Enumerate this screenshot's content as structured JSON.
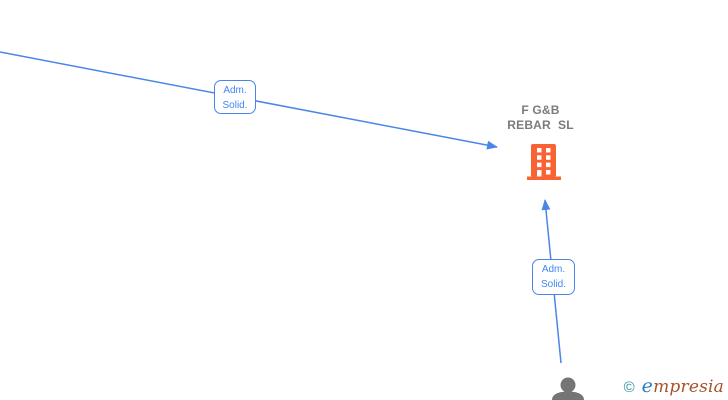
{
  "diagram": {
    "company": {
      "name": "F G&B\nREBAR  SL",
      "icon": "building-icon",
      "icon_color": "#f96232"
    },
    "person": {
      "icon": "person-icon",
      "icon_color": "#757575"
    },
    "edges": [
      {
        "label": "Adm.\nSolid.",
        "from": "offscreen-top-left",
        "to": "company"
      },
      {
        "label": "Adm.\nSolid.",
        "from": "person",
        "to": "company"
      }
    ],
    "colors": {
      "edge_line": "#4a86e8",
      "edge_label_text": "#4285f4",
      "company_text": "#7b7b7b"
    }
  },
  "branding": {
    "copyright": "©",
    "logo_e": "e",
    "logo_rest": "mpresia",
    "colors": {
      "copyright": "#2e8fa0",
      "e": "#2f7bbf",
      "rest": "#a7522b"
    }
  }
}
